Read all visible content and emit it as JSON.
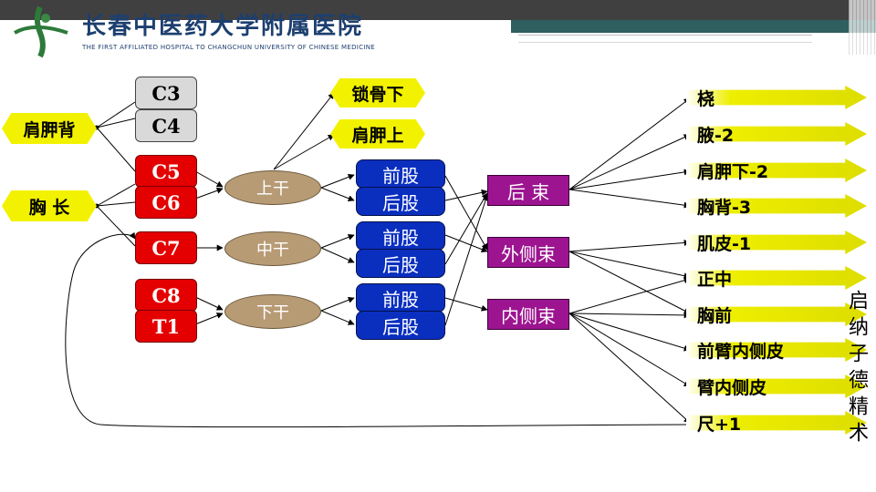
{
  "header": {
    "hospital_name": "长春中医药大学附属医院",
    "hospital_name_en": "THE FIRST AFFILIATED HOSPITAL TO CHANGCHUN UNIVERSITY OF CHINESE MEDICINE"
  },
  "nerves": {
    "dorsal_scapular": "肩胛背",
    "long_thoracic": "胸 长"
  },
  "roots": {
    "c3": "C3",
    "c4": "C4",
    "c5": "C5",
    "c6": "C6",
    "c7": "C7",
    "c8": "C8",
    "t1": "T1"
  },
  "top_branches": {
    "subclavian": "锁骨下",
    "suprascapular": "肩胛上"
  },
  "trunks": {
    "upper": "上干",
    "middle": "中干",
    "lower": "下干"
  },
  "divisions": {
    "upper_anterior": "前股",
    "upper_posterior": "后股",
    "middle_anterior": "前股",
    "middle_posterior": "后股",
    "lower_anterior": "前股",
    "lower_posterior": "后股"
  },
  "cords": {
    "posterior": "后 束",
    "lateral": "外侧束",
    "medial": "内侧束"
  },
  "terminals": [
    "桡",
    "腋-2",
    "肩胛下-2",
    "胸背-3",
    "肌皮-1",
    "正中",
    "胸前",
    "前臂内侧皮",
    "臂内侧皮",
    "尺+1"
  ],
  "side_text": "启 纳 子 德 精 术",
  "colors": {
    "root_red": "#e40000",
    "trunk": "#b79b75",
    "division": "#0a2fbf",
    "cord": "#9c1490",
    "label_yellow": "#f2f200"
  }
}
